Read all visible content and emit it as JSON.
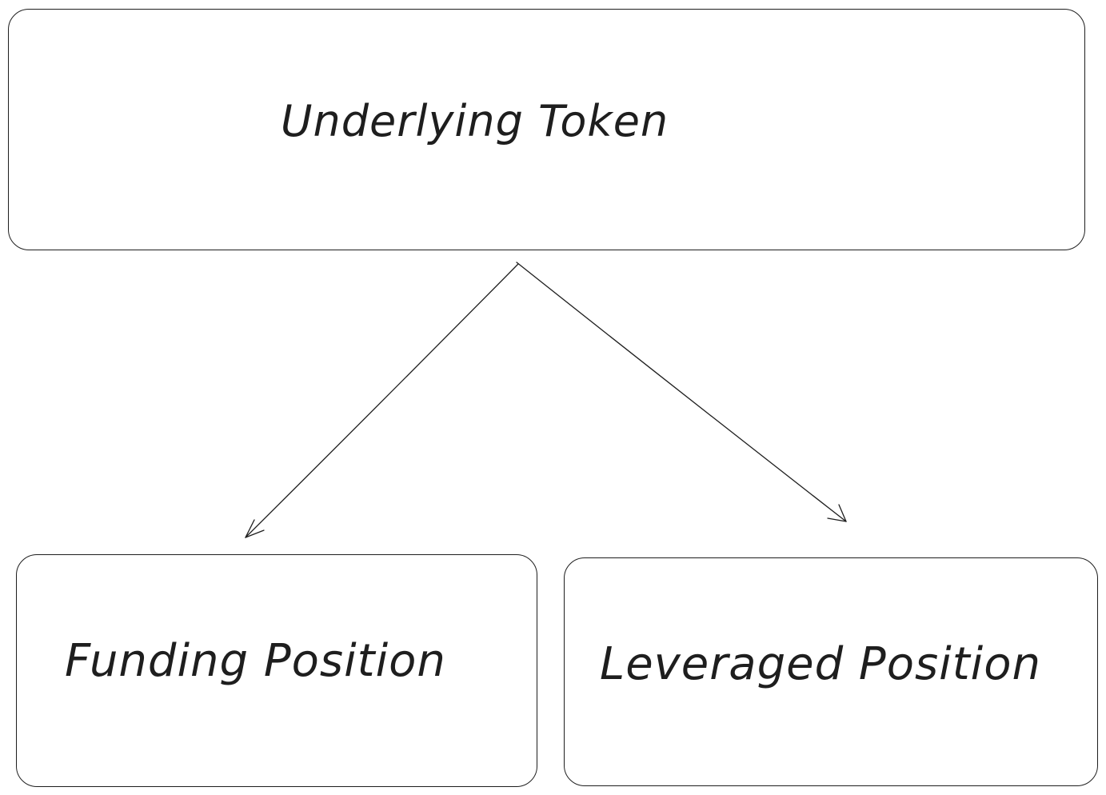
{
  "diagram": {
    "nodes": {
      "top": {
        "label": "Underlying Token"
      },
      "left": {
        "label": "Funding Position"
      },
      "right": {
        "label": "Leveraged Position"
      }
    },
    "edges": [
      {
        "from": "top",
        "to": "left"
      },
      {
        "from": "top",
        "to": "right"
      }
    ],
    "colors": {
      "stroke": "#1e1e1e",
      "background": "#ffffff"
    }
  }
}
